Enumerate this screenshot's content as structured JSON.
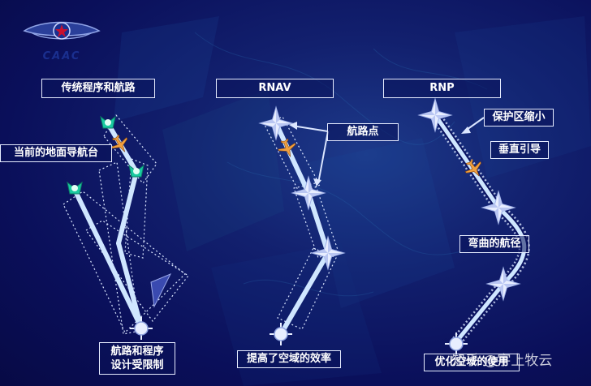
{
  "logo": {
    "text": "CAAC",
    "accent": "#c8102e"
  },
  "columns": {
    "traditional": {
      "title": "传统程序和航路"
    },
    "rnav": {
      "title": "RNAV"
    },
    "rnp": {
      "title": "RNP"
    }
  },
  "callouts": {
    "ground_navaid": "当前的地面导航台",
    "procedure_limit": [
      "航路和程序",
      "设计受限制"
    ],
    "waypoint": "航路点",
    "airspace_efficiency": "提高了空域的效率",
    "protected_area": "保护区缩小",
    "vertical_guidance": "垂直引导",
    "curved_path": "弯曲的航径",
    "airspace_use": "优化空域的使用"
  },
  "watermark": "知乎 @宇上牧云",
  "colors": {
    "background": "#0a0f5a",
    "route": "#cfe6ff",
    "navaid": "#19c9a0",
    "aircraft": "#f0a040"
  }
}
